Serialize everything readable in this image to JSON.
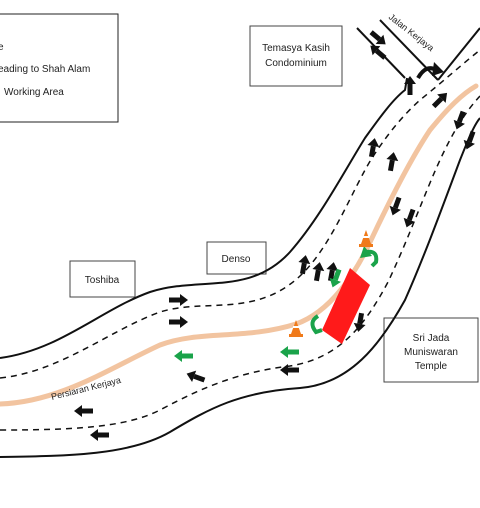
{
  "legend": {
    "items": [
      {
        "text": "e"
      },
      {
        "text": "eading to Shah Alam"
      },
      {
        "text": "Working Area"
      },
      {
        "text": ""
      }
    ]
  },
  "landmarks": {
    "temasya_line1": "Temasya Kasih",
    "temasya_line2": "Condominium",
    "denso": "Denso",
    "toshiba": "Toshiba",
    "sri_jada_line1": "Sri Jada",
    "sri_jada_line2": "Muniswaran",
    "sri_jada_line3": "Temple"
  },
  "roads": {
    "main": "Persiaran Kerjaya",
    "side": "Jalan Kerjaya"
  },
  "colors": {
    "road_edge": "#111111",
    "lane_dash": "#111111",
    "median": "#f2c4a0",
    "traffic_arrow": "#111111",
    "diversion_arrow": "#1aa34a",
    "working_area": "#ff1a1a",
    "cone": "#f07a1a"
  },
  "icons": {
    "traffic": "black-arrow-icon",
    "diversion": "green-arrow-icon",
    "cone": "traffic-cone-icon",
    "work_zone": "working-area-block"
  }
}
